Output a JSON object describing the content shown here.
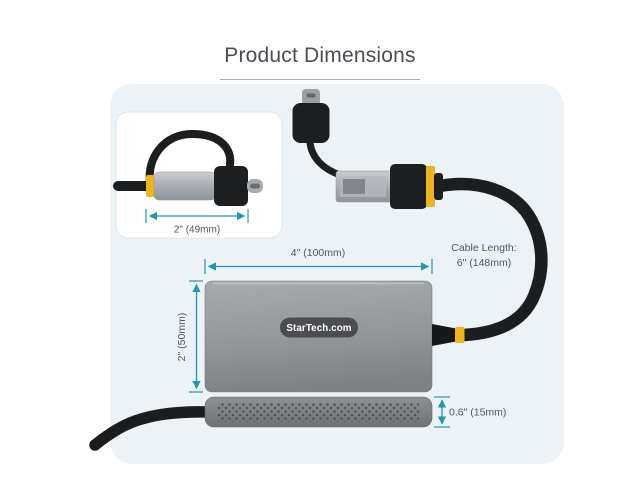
{
  "title": "Product Dimensions",
  "figure": {
    "inset": {
      "length_dimension": "2\" (49mm)"
    },
    "enclosure": {
      "width_dimension": "4\" (100mm)",
      "height_dimension": "2\" (50mm)",
      "thickness_dimension": "0.6\" (15mm)",
      "logo_text": "StarTech.com"
    },
    "cable": {
      "label": "Cable Length:",
      "value": "6\" (148mm)"
    }
  },
  "colors": {
    "dimension_teal": "#2397ac",
    "accent_yellow": "#edb41e",
    "panel_background": "#edf2f6",
    "enclosure_gray": "#94989b"
  }
}
